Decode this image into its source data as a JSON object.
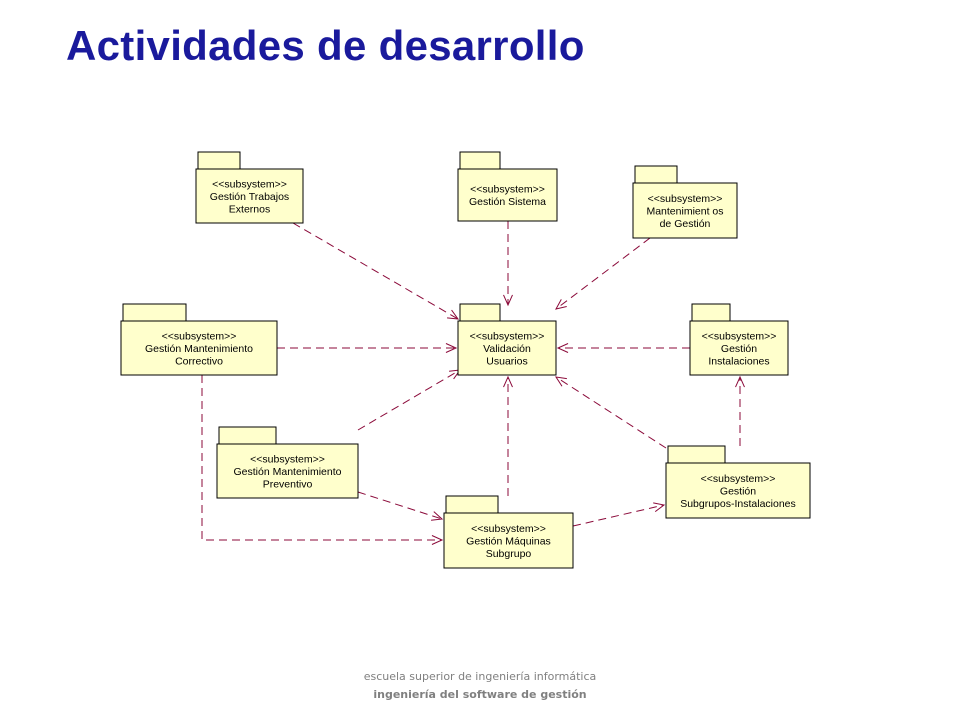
{
  "slide": {
    "title": "Actividades de desarrollo"
  },
  "footer": {
    "line1": "escuela superior de ingeniería informática",
    "line2": "ingeniería del software de gestión"
  },
  "diagram": {
    "packages": [
      {
        "id": "gestion-trabajos-externos",
        "lines": [
          "<<subsystem>>",
          "Gestión Trabajos",
          "Externos"
        ]
      },
      {
        "id": "gestion-sistema",
        "lines": [
          "<<subsystem>>",
          "Gestión Sistema"
        ]
      },
      {
        "id": "mantenimientos-gestion",
        "lines": [
          "<<subsystem>>",
          "Mantenimient os",
          "de Gestión"
        ]
      },
      {
        "id": "gestion-mantenimiento-correctivo",
        "lines": [
          "<<subsystem>>",
          "Gestión Mantenimiento",
          "Correctivo"
        ]
      },
      {
        "id": "validacion-usuarios",
        "lines": [
          "<<subsystem>>",
          "Validación",
          "Usuarios"
        ]
      },
      {
        "id": "gestion-instalaciones",
        "lines": [
          "<<subsystem>>",
          "Gestión",
          "Instalaciones"
        ]
      },
      {
        "id": "gestion-mantenimiento-preventivo",
        "lines": [
          "<<subsystem>>",
          "Gestión Mantenimiento",
          "Preventivo"
        ]
      },
      {
        "id": "gestion-subgrupos-instalaciones",
        "lines": [
          "<<subsystem>>",
          "Gestión",
          "Subgrupos-Instalaciones"
        ]
      },
      {
        "id": "gestion-maquinas-subgrupo",
        "lines": [
          "<<subsystem>>",
          "Gestión Máquinas",
          "Subgrupo"
        ]
      }
    ],
    "dependencies": [
      {
        "from": "gestion-trabajos-externos",
        "to": "validacion-usuarios"
      },
      {
        "from": "gestion-sistema",
        "to": "validacion-usuarios"
      },
      {
        "from": "mantenimientos-gestion",
        "to": "validacion-usuarios"
      },
      {
        "from": "gestion-mantenimiento-correctivo",
        "to": "validacion-usuarios"
      },
      {
        "from": "gestion-instalaciones",
        "to": "validacion-usuarios"
      },
      {
        "from": "gestion-mantenimiento-preventivo",
        "to": "validacion-usuarios"
      },
      {
        "from": "gestion-maquinas-subgrupo",
        "to": "validacion-usuarios"
      },
      {
        "from": "gestion-subgrupos-instalaciones",
        "to": "validacion-usuarios"
      },
      {
        "from": "gestion-subgrupos-instalaciones",
        "to": "gestion-instalaciones"
      },
      {
        "from": "gestion-mantenimiento-preventivo",
        "to": "gestion-maquinas-subgrupo"
      },
      {
        "from": "gestion-mantenimiento-correctivo",
        "to": "gestion-maquinas-subgrupo"
      },
      {
        "from": "gestion-maquinas-subgrupo",
        "to": "gestion-subgrupos-instalaciones"
      }
    ]
  }
}
